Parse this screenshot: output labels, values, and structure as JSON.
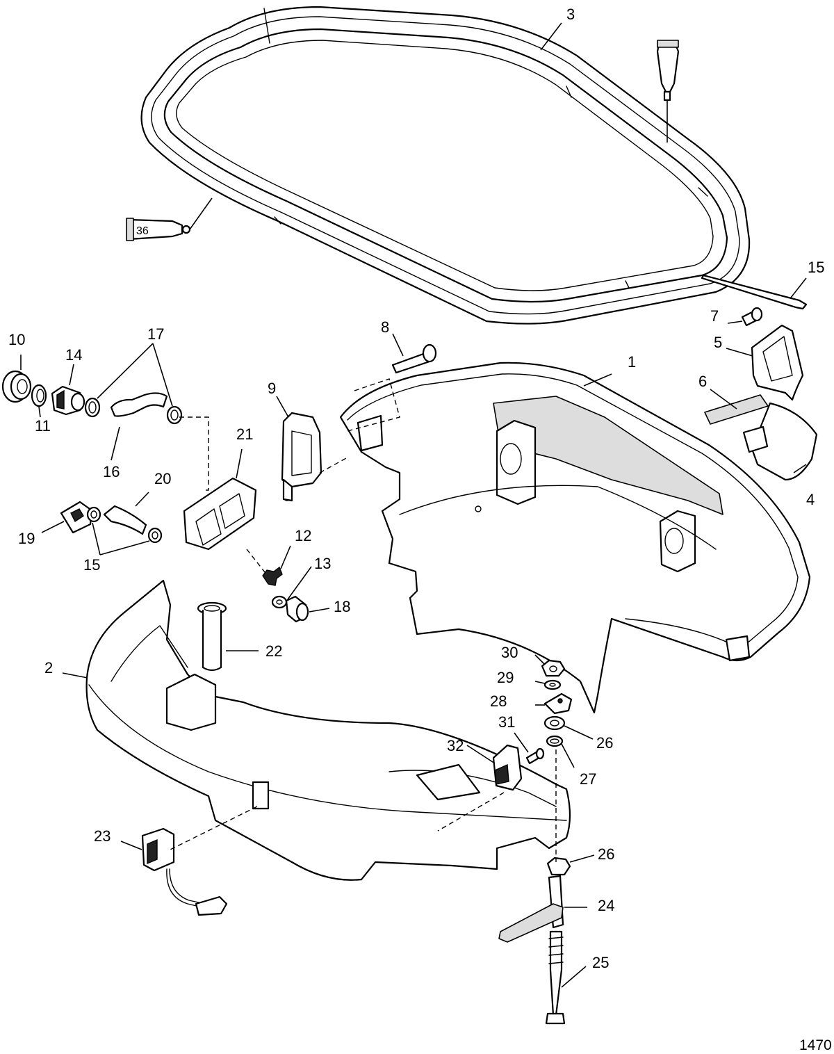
{
  "figure_number": "1470",
  "sealant_tube_label": "36",
  "callouts": [
    {
      "id": "c1",
      "text": "1"
    },
    {
      "id": "c2",
      "text": "2"
    },
    {
      "id": "c3",
      "text": "3"
    },
    {
      "id": "c4",
      "text": "4"
    },
    {
      "id": "c5",
      "text": "5"
    },
    {
      "id": "c6",
      "text": "6"
    },
    {
      "id": "c7",
      "text": "7"
    },
    {
      "id": "c8",
      "text": "8"
    },
    {
      "id": "c9",
      "text": "9"
    },
    {
      "id": "c10",
      "text": "10"
    },
    {
      "id": "c11",
      "text": "11"
    },
    {
      "id": "c12",
      "text": "12"
    },
    {
      "id": "c13",
      "text": "13"
    },
    {
      "id": "c14",
      "text": "14"
    },
    {
      "id": "c15a",
      "text": "15"
    },
    {
      "id": "c15b",
      "text": "15"
    },
    {
      "id": "c16",
      "text": "16"
    },
    {
      "id": "c17",
      "text": "17"
    },
    {
      "id": "c18",
      "text": "18"
    },
    {
      "id": "c19",
      "text": "19"
    },
    {
      "id": "c20",
      "text": "20"
    },
    {
      "id": "c21",
      "text": "21"
    },
    {
      "id": "c22",
      "text": "22"
    },
    {
      "id": "c23",
      "text": "23"
    },
    {
      "id": "c24",
      "text": "24"
    },
    {
      "id": "c25",
      "text": "25"
    },
    {
      "id": "c26a",
      "text": "26"
    },
    {
      "id": "c26b",
      "text": "26"
    },
    {
      "id": "c27",
      "text": "27"
    },
    {
      "id": "c28",
      "text": "28"
    },
    {
      "id": "c29",
      "text": "29"
    },
    {
      "id": "c30",
      "text": "30"
    },
    {
      "id": "c31",
      "text": "31"
    },
    {
      "id": "c32",
      "text": "32"
    }
  ]
}
